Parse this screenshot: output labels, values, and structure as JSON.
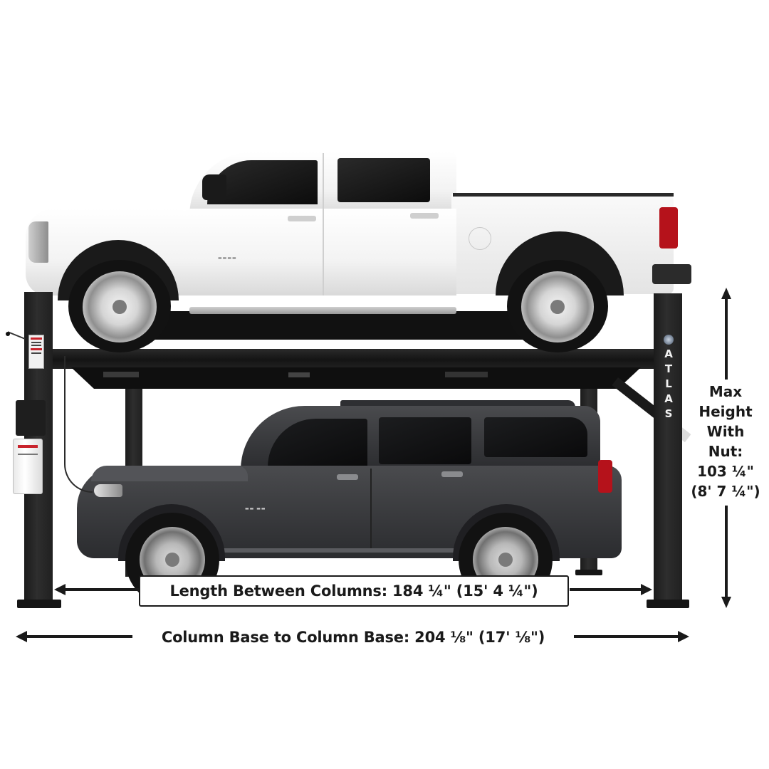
{
  "product": {
    "brand_logo_text": "ATLAS",
    "brand_logo_letters": [
      "A",
      "T",
      "L",
      "A",
      "S"
    ],
    "upper_vehicle": "white pickup truck",
    "lower_vehicle": "dark gray SUV"
  },
  "dimensions": {
    "length_between_columns": "Length Between Columns: 184 ¼\" (15' 4 ¼\")",
    "column_base_to_column_base": "Column Base to Column Base: 204 ⅛\" (17' ⅛\")",
    "max_height": {
      "lines": [
        "Max",
        "Height",
        "With",
        "Nut:",
        "103 ¼\"",
        "(8' 7 ¼\")"
      ]
    }
  },
  "colors": {
    "lift_black": "#1b1b1b",
    "annotation_text": "#1a1a1a",
    "background": "#ffffff",
    "truck_white": "#f3f3f3",
    "suv_gray": "#3a3b3e",
    "accent_red": "#c8232c"
  }
}
